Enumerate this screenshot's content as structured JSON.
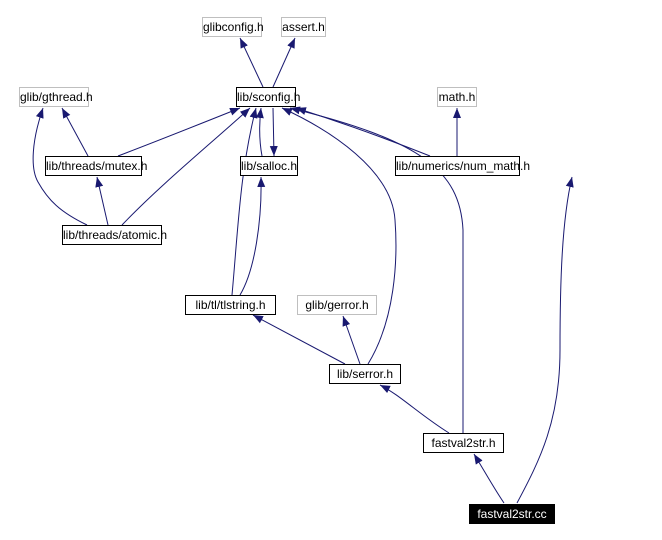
{
  "nodes": {
    "glibconfig": "glibconfig.h",
    "assert": "assert.h",
    "gthread": "glib/gthread.h",
    "sconfig": "lib/sconfig.h",
    "math": "math.h",
    "mutex": "lib/threads/mutex.h",
    "salloc": "lib/salloc.h",
    "num_math": "lib/numerics/num_math.h",
    "atomic": "lib/threads/atomic.h",
    "tlstring": "lib/tl/tlstring.h",
    "gerror": "glib/gerror.h",
    "serror": "lib/serror.h",
    "fastval2str_h": "fastval2str.h",
    "fastval2str_cc": "fastval2str.cc"
  },
  "colors": {
    "edge": "#191970",
    "internal_border": "#000000",
    "external_border": "#bfbfbf",
    "root_bg": "#000000"
  }
}
